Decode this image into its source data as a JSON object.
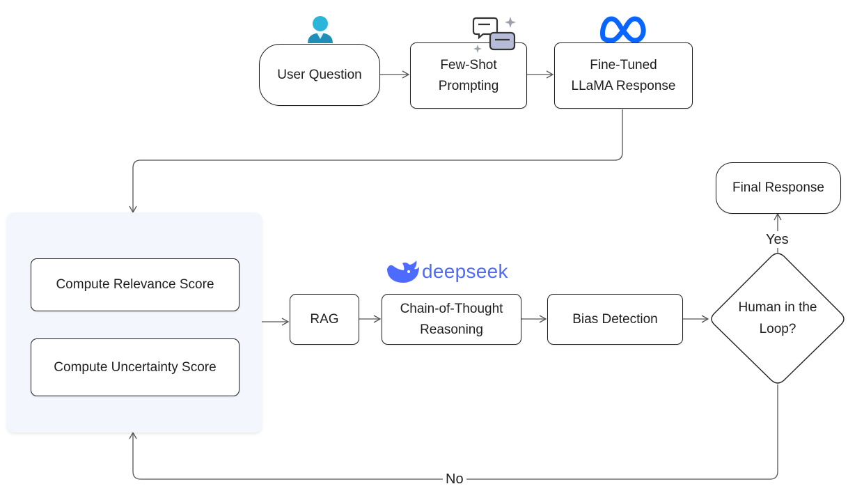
{
  "nodes": {
    "user_question": "User Question",
    "few_shot": "Few-Shot\nPrompting",
    "fine_tuned": "Fine-Tuned\nLLaMA Response",
    "relevance": "Compute Relevance Score",
    "uncertainty": "Compute Uncertainty Score",
    "rag": "RAG",
    "cot": "Chain-of-Thought\nReasoning",
    "bias": "Bias Detection",
    "decision": "Human in the\nLoop?",
    "final": "Final Response"
  },
  "edge_labels": {
    "yes": "Yes",
    "no": "No"
  },
  "logos": {
    "deepseek_text": "deepseek"
  },
  "icons": [
    "user-icon",
    "chat-sparkle-icon",
    "meta-logo-icon",
    "deepseek-whale-icon"
  ],
  "colors": {
    "stroke": "#1e1e1e",
    "arrow": "#555555",
    "group_fill": "#f3f6fd",
    "deepseek_blue": "#4d6bfe",
    "meta_blue": "#0866ff",
    "user_teal": "#2bb5d8"
  }
}
